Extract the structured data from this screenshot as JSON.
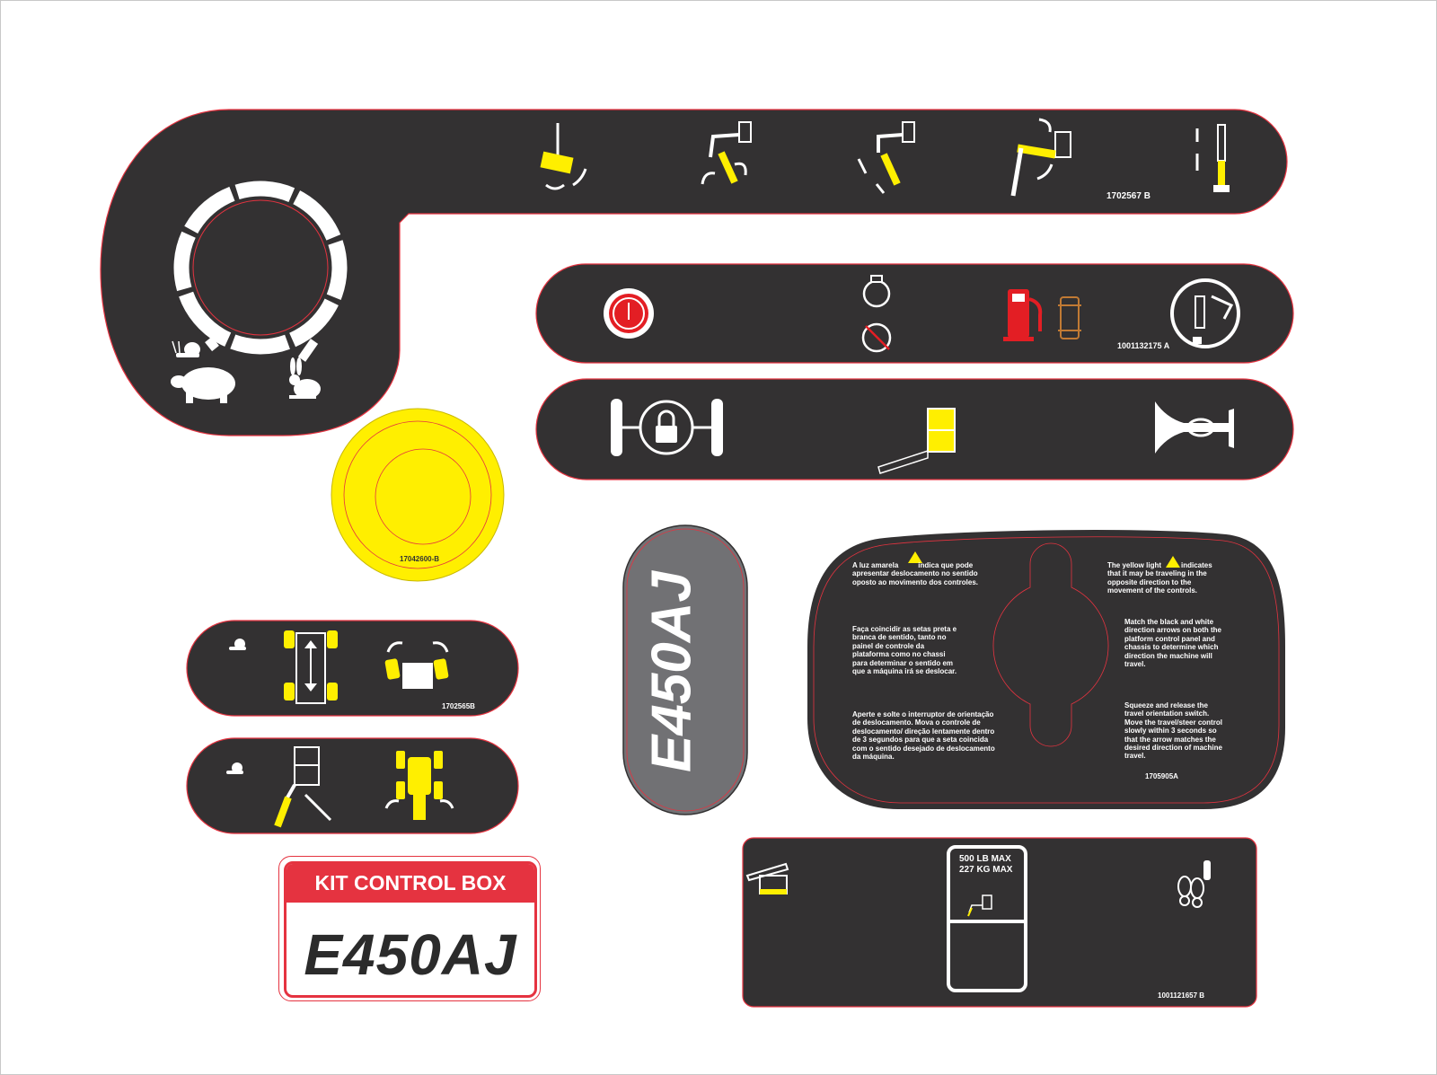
{
  "colors": {
    "panel": "#333132",
    "outline": "#e53340",
    "accent_yellow": "#ffef00",
    "grey_oval": "#717174",
    "fuel_red": "#e31e24",
    "brown": "#c17a34",
    "white": "#ffffff"
  },
  "boom_panel": {
    "part_number": "1702567 B",
    "icons": [
      "speed-dial-icon",
      "snail-icon",
      "turtle-icon",
      "rabbit-icon",
      "jib-rotate-icon",
      "boom-rotate-icon",
      "boom-lift-icon",
      "tower-rotate-icon",
      "telescope-icon"
    ]
  },
  "engine_panel": {
    "part_number": "1001132175 A",
    "icons": [
      "power-button-icon",
      "engine-start-icon",
      "engine-stop-icon",
      "fuel-pump-icon",
      "chassis-outline-icon",
      "drive-enable-icon"
    ]
  },
  "function_panel": {
    "icons": [
      "axle-lock-icon",
      "platform-level-icon",
      "horn-icon"
    ]
  },
  "round_decal": {
    "part_number": "17042600-B"
  },
  "steer_panel": {
    "part_number": "1702565B",
    "icons": [
      "snail-icon",
      "steer-mode-icon",
      "crab-steer-icon"
    ]
  },
  "drive_panel": {
    "icons": [
      "snail-icon",
      "boom-drive-icon",
      "machine-rotate-icon"
    ]
  },
  "kit_label": {
    "title": "KIT CONTROL BOX",
    "model": "E450AJ"
  },
  "model_oval": {
    "text": "E450AJ"
  },
  "warning_panel": {
    "part_number": "1705905A",
    "pt_1a": "A luz amarela",
    "pt_1b": "indica que pode",
    "pt_1c": "apresentar deslocamento no sentido",
    "pt_1d": "oposto ao movimento dos controles.",
    "pt_2": [
      "Faça coincidir as setas preta e",
      "branca de sentido, tanto no",
      "painel de controle da",
      "plataforma como no chassi",
      "para determinar o sentido em",
      "que a máquina irá se deslocar."
    ],
    "pt_3": [
      "Aperte e solte o interruptor de orientação",
      "de deslocamento. Mova o controle de",
      "deslocamento/ direção lentamente dentro",
      "de 3 segundos para que a seta coincida",
      "com o sentido desejado de deslocamento",
      "da máquina."
    ],
    "en_1a": "The yellow light",
    "en_1b": "indicates",
    "en_1c": "that it may be traveling in the",
    "en_1d": "opposite direction to the",
    "en_1e": "movement of the controls.",
    "en_2": [
      "Match the black and white",
      "direction arrows on both the",
      "platform control panel and",
      "chassis to determine which",
      "direction the machine will",
      "travel."
    ],
    "en_3": [
      "Squeeze and release the",
      "travel orientation switch.",
      "Move the travel/steer control",
      "slowly within 3 seconds so",
      "that the arrow matches the",
      "desired direction of machine",
      "travel."
    ]
  },
  "capacity_panel": {
    "part_number": "1001121657 B",
    "line1": "500 LB MAX",
    "line2": "227 KG MAX",
    "icons": [
      "platform-tilt-icon",
      "foot-switch-icon"
    ]
  }
}
